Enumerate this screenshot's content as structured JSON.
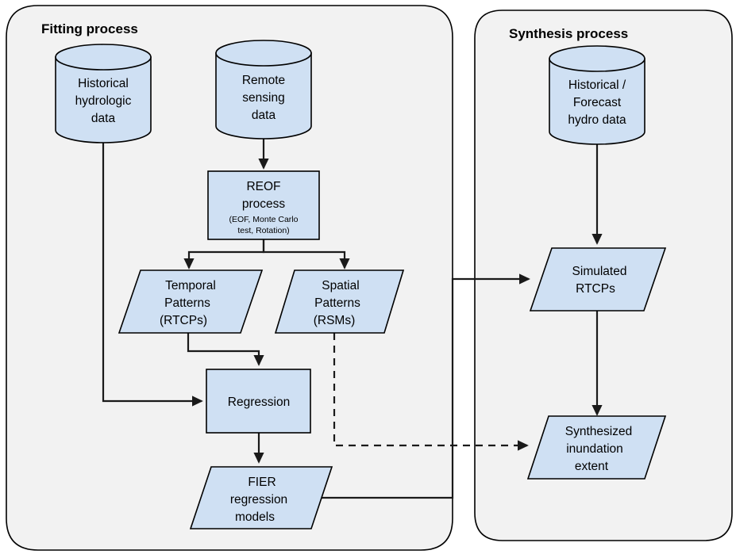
{
  "diagram": {
    "title_hidden": "",
    "colors": {
      "node_fill": "#cfe0f3",
      "panel_fill": "#f2f2f2",
      "stroke": "#000000",
      "edge": "#1a1a1a",
      "background": "#ffffff"
    }
  },
  "panels": [
    {
      "id": "fitting",
      "title": "Fitting process"
    },
    {
      "id": "synthesis",
      "title": "Synthesis process"
    }
  ],
  "nodes": {
    "historical_hydrologic": {
      "shape": "cylinder",
      "lines": [
        "Historical",
        "hydrologic",
        "data"
      ]
    },
    "remote_sensing": {
      "shape": "cylinder",
      "lines": [
        "Remote",
        "sensing",
        "data"
      ]
    },
    "reof_process": {
      "shape": "rectangle",
      "lines": [
        "REOF",
        "process"
      ],
      "sublines": [
        "(EOF, Monte Carlo",
        "test, Rotation)"
      ]
    },
    "temporal_patterns": {
      "shape": "parallelogram",
      "lines": [
        "Temporal",
        "Patterns",
        "(RTCPs)"
      ]
    },
    "spatial_patterns": {
      "shape": "parallelogram",
      "lines": [
        "Spatial",
        "Patterns",
        "(RSMs)"
      ]
    },
    "regression": {
      "shape": "rectangle",
      "lines": [
        "Regression"
      ]
    },
    "fier_models": {
      "shape": "parallelogram",
      "lines": [
        "FIER",
        "regression",
        "models"
      ]
    },
    "historical_forecast_hydro": {
      "shape": "cylinder",
      "lines": [
        "Historical /",
        "Forecast",
        "hydro data"
      ]
    },
    "simulated_rtcps": {
      "shape": "parallelogram",
      "lines": [
        "Simulated",
        "RTCPs"
      ]
    },
    "synthesized_inundation": {
      "shape": "parallelogram",
      "lines": [
        "Synthesized",
        "inundation",
        "extent"
      ]
    }
  },
  "edges": [
    {
      "id": "remote-to-reof",
      "from": "remote_sensing",
      "to": "reof_process",
      "style": "solid"
    },
    {
      "id": "reof-to-temporal",
      "from": "reof_process",
      "to": "temporal_patterns",
      "style": "solid"
    },
    {
      "id": "reof-to-spatial",
      "from": "reof_process",
      "to": "spatial_patterns",
      "style": "solid"
    },
    {
      "id": "historical-to-regression",
      "from": "historical_hydrologic",
      "to": "regression",
      "style": "solid"
    },
    {
      "id": "temporal-to-regression",
      "from": "temporal_patterns",
      "to": "regression",
      "style": "solid"
    },
    {
      "id": "regression-to-fier",
      "from": "regression",
      "to": "fier_models",
      "style": "solid"
    },
    {
      "id": "fier-to-simulated",
      "from": "fier_models",
      "to": "simulated_rtcps",
      "style": "solid"
    },
    {
      "id": "spatial-to-synthesized",
      "from": "spatial_patterns",
      "to": "synthesized_inundation",
      "style": "dashed"
    },
    {
      "id": "hydro-to-simulated",
      "from": "historical_forecast_hydro",
      "to": "simulated_rtcps",
      "style": "solid"
    },
    {
      "id": "simulated-to-synthesized",
      "from": "simulated_rtcps",
      "to": "synthesized_inundation",
      "style": "solid"
    }
  ]
}
